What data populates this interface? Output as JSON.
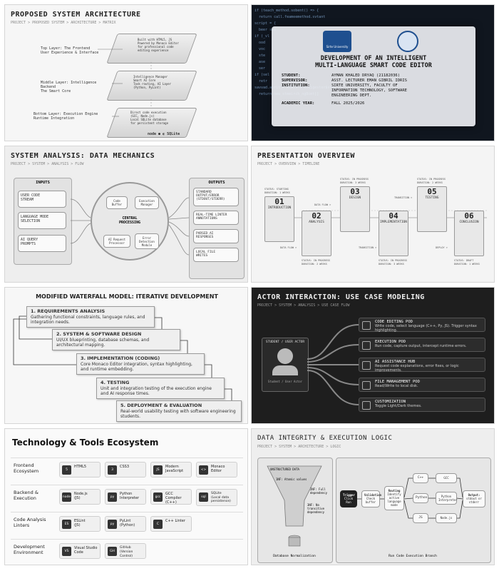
{
  "p1": {
    "title": "PROPOSED SYSTEM ARCHITECTURE",
    "breadcrumb": "PROJECT > PROPOSED SYSTEM > ARCHITECTURE > MATRIX",
    "top_label": "Top Layer: The Frontend\nUser Experience & Interface",
    "middle_label": "Middle Layer: Intelligence Backend\nThe Smart Core",
    "bottom_label": "Bottom Layer: Execution Engine\nRuntime Integration",
    "top_note": "Built with HTML5, JS\nPowered by Monaco Editor\nfor professional code\nediting experience",
    "middle_note": "Intelligence Manager\nSmart AI Core\nTask routing, AI Layer\n(Python, PyLint)",
    "bottom_note": "Direct code execution\n(GCC, Node.js)\nLocal SQLite database\nfor persistent storage",
    "bottom_logos": "node  ●  ◐  SQLite"
  },
  "p2": {
    "code_lines": [
      "if (teach_method.sobent() => {",
      "  return call.feameemethod.svtant",
      "",
      "script = {",
      "  beer soo",
      "",
      "if (_vl",
      "  ood",
      "  voc",
      "  ste",
      "  ase",
      "  ser",
      "",
      "if (sel",
      "  retr",
      "",
      "savvad.aprit = MnAtark_entigestor$stou ...",
      "  return new_stmmirch_ng8cmt[]"
    ],
    "title": "DEVELOPMENT OF AN INTELLIGENT\nMULTI-LANGUAGE SMART CODE EDITOR",
    "student_label": "STUDENT:",
    "student": "AYMAN KHALED DRYAQ (21182036)",
    "supervisor_label": "SUPERVISOR:",
    "supervisor": "ASST. LECTURER EMAN GIBRIL IDRIS",
    "institution_label": "INSTITUTION:",
    "institution": "SIRTE UNIVERSITY, FACULTY OF\nINFORMATION TECHNOLOGY, SOFTWARE\nENGINEERING DEPT.",
    "year_label": "ACADEMIC YEAR:",
    "year": "FALL 2025/2026",
    "logo_left": "Sirte University"
  },
  "p3": {
    "title": "SYSTEM ANALYSIS: DATA MECHANICS",
    "breadcrumb": "PROJECT > SYSTEM > ANALYSIS > FLOW",
    "inputs_header": "INPUTS",
    "outputs_header": "OUTPUTS",
    "inputs": [
      "USER CODE\nSTREAM",
      "LANGUAGE MODE\nSELECTION",
      "AI QUERY\nPROMPTS"
    ],
    "outputs": [
      "STANDARD\nOUTPUT/ERROR\n(STDOUT/STDERR)",
      "REAL-TIME LINTER\nANNOTATIONS",
      "PARSED AI\nRESPONSES",
      "LOCAL FILE\nWRITES"
    ],
    "center": "CENTRAL\nPROCESSING",
    "nodes": [
      "Code\nBuffer",
      "Execution\nManager",
      "Error\nDetection\nModule",
      "AI Request\nProcessor"
    ]
  },
  "p4": {
    "title": "PRESENTATION OVERVIEW",
    "breadcrumb": "PROJECT > OVERVIEW > TIMELINE",
    "milestones": [
      {
        "num": "01",
        "label": "INTRODUCTION",
        "status": "STATUS: STARTING\nDURATION: 1 WEEKS"
      },
      {
        "num": "02",
        "label": "ANALYSIS",
        "status": "STATUS: IN PROGRESS\nDURATION: 2 WEEKS"
      },
      {
        "num": "03",
        "label": "DESIGN",
        "status": "STATUS: IN PROGRESS\nDURATION: 3 WEEKS"
      },
      {
        "num": "04",
        "label": "IMPLEMENTATION",
        "status": "STATUS: IN PROGRESS\nDURATION: 3 WEEKS"
      },
      {
        "num": "05",
        "label": "TESTING",
        "status": "STATUS: IN PROGRESS\nDURATION: 2 WEEKS"
      },
      {
        "num": "06",
        "label": "CONCLUSION",
        "status": "STATUS: DRAFT\nDURATION: 1 WEEKS"
      }
    ],
    "flows": [
      "DATA FLOW >",
      "DATA FLOW >",
      "TRANSITION >",
      "TRANSITION >",
      "DEPLOY >"
    ]
  },
  "p5": {
    "title": "MODIFIED WATERFALL MODEL: ITERATIVE DEVELOPMENT",
    "steps": [
      {
        "h": "1. REQUIREMENTS ANALYSIS",
        "d": "Gathering functional constraints, language rules, and integration needs."
      },
      {
        "h": "2. SYSTEM & SOFTWARE DESIGN",
        "d": "UI/UX blueprinting, database schemas, and architectural mapping."
      },
      {
        "h": "3. IMPLEMENTATION (CODING)",
        "d": "Core Monaco Editor integration, syntax highlighting, and runtime embedding."
      },
      {
        "h": "4. TESTING",
        "d": "Unit and integration testing of the execution engine and AI response times."
      },
      {
        "h": "5. DEPLOYMENT & EVALUATION",
        "d": "Real-world usability testing with software engineering students."
      }
    ]
  },
  "p6": {
    "title": "ACTOR INTERACTION: USE CASE MODELING",
    "breadcrumb": "PROJECT > SYSTEM > ANALYSIS > USE CASE FLOW",
    "actor": "STUDENT / USER ACTOR",
    "actor_sub": "Student / User Actor",
    "cases": [
      {
        "t": "CODE EDITING POD",
        "d": "Write code, select language (C++, Py, JS). Trigger syntax highlighting."
      },
      {
        "t": "EXECUTION POD",
        "d": "Run code, capture output, intercept runtime errors."
      },
      {
        "t": "AI ASSISTANCE HUB",
        "d": "Request code explanations, error fixes, or logic improvements."
      },
      {
        "t": "FILE MANAGEMENT POD",
        "d": "Read/Write to local disk."
      },
      {
        "t": "CUSTOMIZATION",
        "d": "Toggle Light/Dark themes."
      }
    ]
  },
  "p7": {
    "title": "Technology & Tools Ecosystem",
    "rows": [
      {
        "cat": "Frontend\nEcosystem",
        "items": [
          [
            "5",
            "HTML5"
          ],
          [
            "3",
            "CSS3"
          ],
          [
            "JS",
            "Modern\nJavaScript"
          ],
          [
            "<>",
            "Monaco\nEditor"
          ]
        ]
      },
      {
        "cat": "Backend &\nExecution",
        "items": [
          [
            "node",
            "Node.js\n(JS)"
          ],
          [
            "py",
            "Python\nInterpreter"
          ],
          [
            "gcc",
            "GCC Compiler\n(C++)"
          ],
          [
            "sql",
            "SQLite\n(Local data\npersistence)"
          ]
        ]
      },
      {
        "cat": "Code Analysis\nLinters",
        "items": [
          [
            "ES",
            "ESLint\n(JS)"
          ],
          [
            "py",
            "PyLint\n(Python)"
          ],
          [
            "C",
            "C++ Linter"
          ]
        ]
      },
      {
        "cat": "Development\nEnvironment",
        "items": [
          [
            "VS",
            "Visual Studio\nCode"
          ],
          [
            "GH",
            "GitHub\n(Version Control)"
          ]
        ]
      }
    ]
  },
  "p8": {
    "title": "DATA INTEGRITY & EXECUTION LOGIC",
    "breadcrumb": "PROJECT > SYSTEM > ARCHITECTURE > LOGIC",
    "funnel_top": "UNSTRUCTURED DATA",
    "nf1": "1NF: Atomic values",
    "nf2": "2NF: Full\ndependency",
    "nf3": "3NF: No\ntransitive\ndependency",
    "left_caption": "Database Normalization",
    "right_caption": "Run Code Execution Branch",
    "trigger": "Trigger",
    "trigger_sub": "Click\nRun",
    "validation": "Validation",
    "validation_sub": "Check\nbuffer",
    "routing": "Routing",
    "routing_sub": "Identify\nactive\nlanguage\nmode",
    "langs": [
      "C++",
      "Python",
      "JS"
    ],
    "engines": [
      "GCC",
      "Python\nInterpreter",
      "Node.js"
    ],
    "output": "Output:",
    "output_sub": "stdout or\nstderr"
  }
}
